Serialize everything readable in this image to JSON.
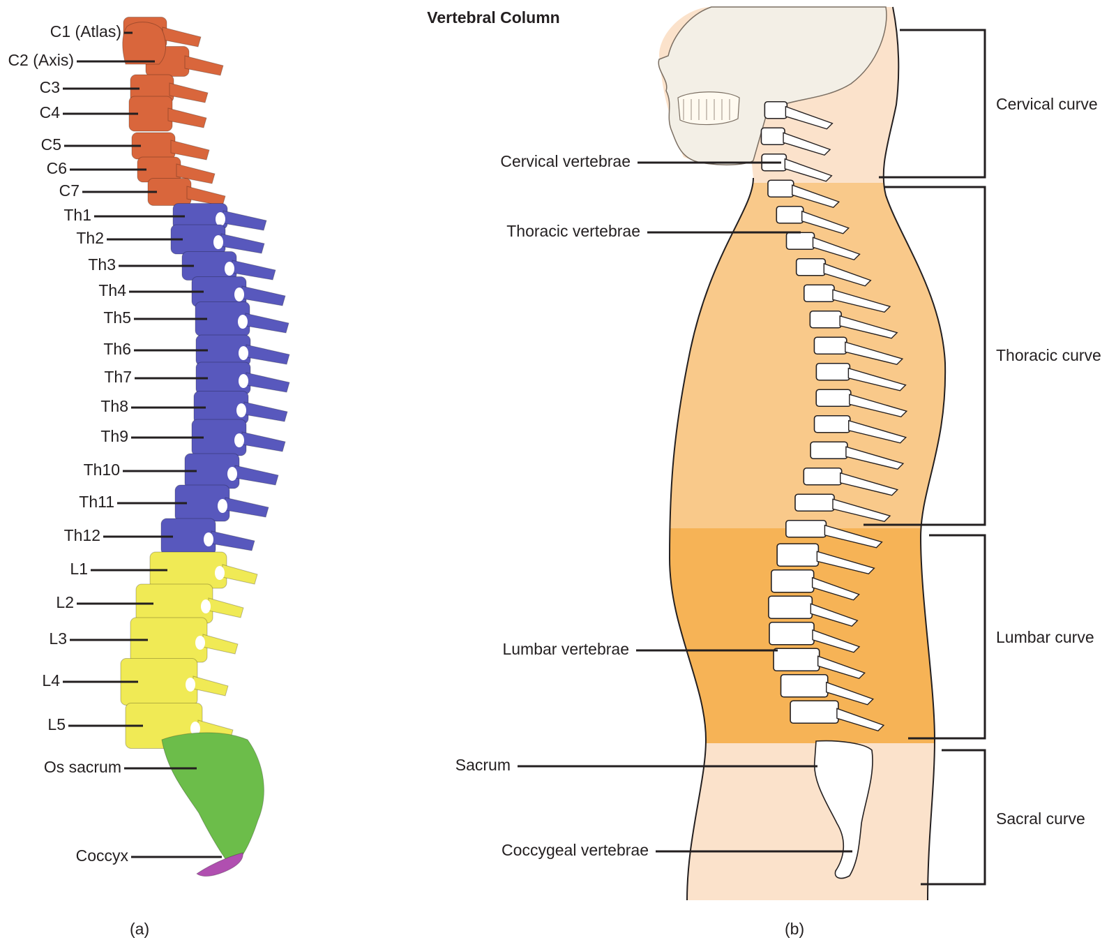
{
  "title": "Vertebral Column",
  "panel_a": {
    "caption": "(a)",
    "labels": [
      "C1 (Atlas)",
      "C2 (Axis)",
      "C3",
      "C4",
      "C5",
      "C6",
      "C7",
      "Th1",
      "Th2",
      "Th3",
      "Th4",
      "Th5",
      "Th6",
      "Th7",
      "Th8",
      "Th9",
      "Th10",
      "Th11",
      "Th12",
      "L1",
      "L2",
      "L3",
      "L4",
      "L5",
      "Os sacrum",
      "Coccyx"
    ]
  },
  "panel_b": {
    "caption": "(b)",
    "labels": [
      "Cervical vertebrae",
      "Thoracic vertebrae",
      "Lumbar vertebrae",
      "Sacrum",
      "Coccygeal vertebrae"
    ],
    "curves": [
      "Cervical curve",
      "Thoracic curve",
      "Lumbar curve",
      "Sacral curve"
    ]
  },
  "colors": {
    "cervical": "#d9663c",
    "thoracic": "#5858bd",
    "lumbar": "#f0ea55",
    "sacrum": "#6cbd4a",
    "coccyx": "#b04fb0",
    "skin": "#fbe2cb",
    "torso_light": "#f9c98a",
    "torso_dark": "#f6b356",
    "line": "#231f20"
  }
}
